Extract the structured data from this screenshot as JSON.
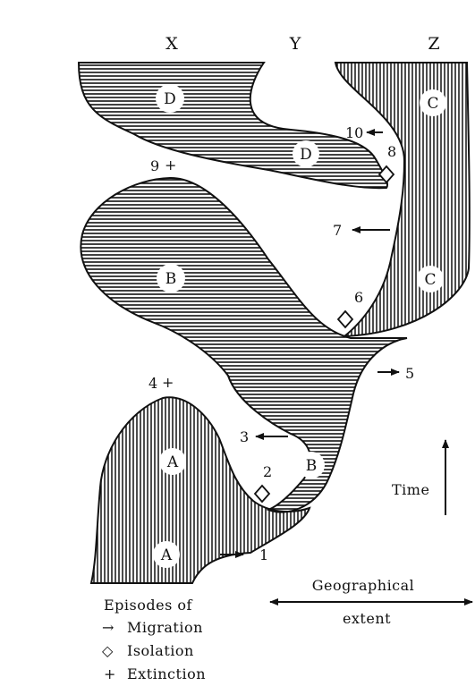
{
  "columns": [
    "X",
    "Y",
    "Z"
  ],
  "lineage_labels": {
    "d_upper": "D",
    "d_lower": "D",
    "c_upper": "C",
    "c_lower": "C",
    "b_upper": "B",
    "b_lower": "B",
    "a_upper": "A",
    "a_lower": "A"
  },
  "episodes": {
    "e1": "1",
    "e2": "2",
    "e3": "3",
    "e4": "4",
    "e5": "5",
    "e6": "6",
    "e7": "7",
    "e8": "8",
    "e9": "9",
    "e10": "10"
  },
  "extinction_mark": "+",
  "axes": {
    "time": "Time",
    "geo_line1": "Geographical",
    "geo_line2": "extent"
  },
  "legend": {
    "title": "Episodes of",
    "migration_symbol": "→",
    "migration": "Migration",
    "isolation_symbol": "◇",
    "isolation": "Isolation",
    "extinction_symbol": "+",
    "extinction": "Extinction"
  }
}
